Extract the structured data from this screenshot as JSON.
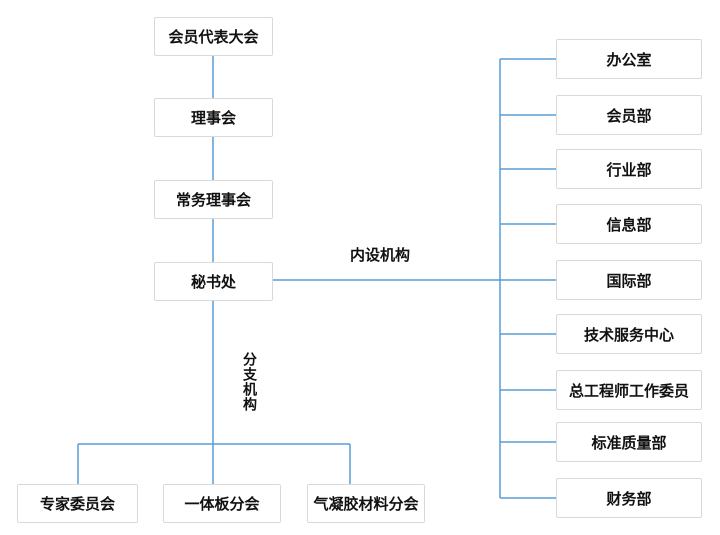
{
  "chart": {
    "type": "org-chart",
    "main_chain": [
      {
        "label": "会员代表大会"
      },
      {
        "label": "理事会"
      },
      {
        "label": "常务理事会"
      },
      {
        "label": "秘书处"
      }
    ],
    "internal_group": {
      "label": "内设机构",
      "parent": "秘书处",
      "items": [
        "办公室",
        "会员部",
        "行业部",
        "信息部",
        "国际部",
        "技术服务中心",
        "总工程师工作委员",
        "标准质量部",
        "财务部"
      ]
    },
    "branch_group": {
      "label": "分支机构",
      "parent": "秘书处",
      "items": [
        "专家委员会",
        "一体板分会",
        "气凝胶材料分会"
      ]
    },
    "colors": {
      "line": "#5b9bd5",
      "box_border": "#d9d9d9",
      "text": "#111111",
      "background": "#ffffff"
    }
  }
}
